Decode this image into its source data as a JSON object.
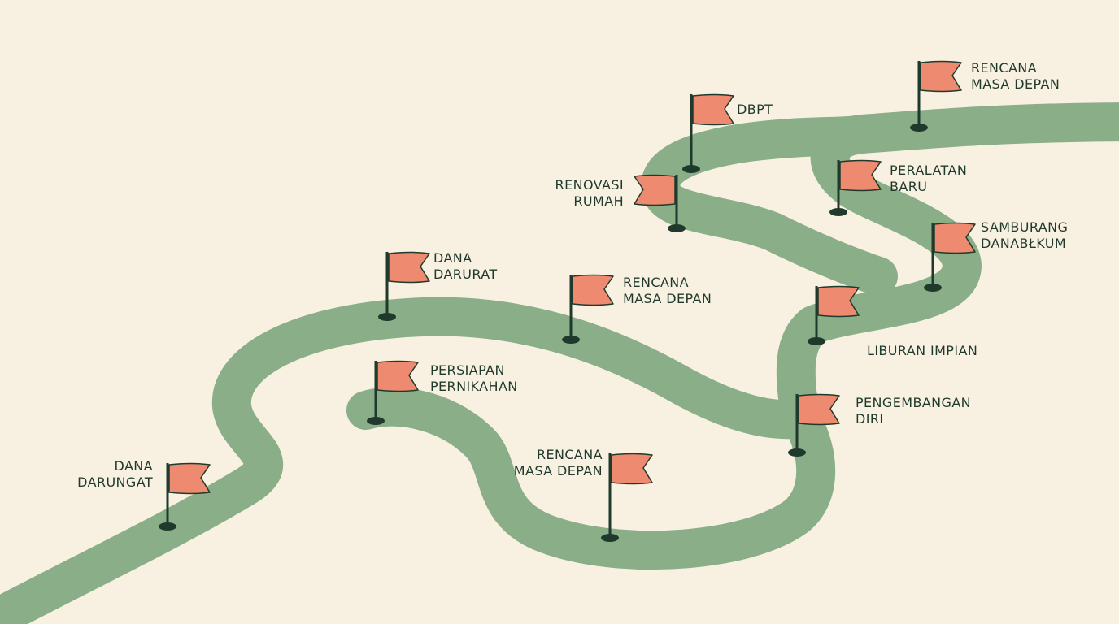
{
  "colors": {
    "background": "#f8f1e1",
    "road": "#8aae88",
    "flag": "#ee8a6f",
    "flag_outline": "#1f3a2c",
    "pole": "#1f3a2c",
    "text": "#1f3a2c"
  },
  "milestones": [
    {
      "lines": [
        "DANA",
        "DARUNGAT"
      ],
      "icon": "flag-icon"
    },
    {
      "lines": [
        "DANA",
        "DARURAT"
      ],
      "icon": "flag-icon"
    },
    {
      "lines": [
        "PERSIAPAN",
        "PERNIKAHAN"
      ],
      "icon": "flag-icon"
    },
    {
      "lines": [
        "RENCANA",
        "MASA DEPAN"
      ],
      "icon": "flag-icon"
    },
    {
      "lines": [
        "RENCANA",
        "MASA DEPAN"
      ],
      "icon": "flag-icon"
    },
    {
      "lines": [
        "RENOVASI",
        "RUMAH"
      ],
      "icon": "flag-icon"
    },
    {
      "lines": [
        "DBPT"
      ],
      "icon": "flag-icon"
    },
    {
      "lines": [
        "PENGEMBANGAN",
        "DIRI"
      ],
      "icon": "flag-icon"
    },
    {
      "lines": [
        "LIBURAN IMPIAN"
      ],
      "icon": "flag-icon"
    },
    {
      "lines": [
        "SAMBURANG",
        "DANABŁKUM"
      ],
      "icon": "flag-icon"
    },
    {
      "lines": [
        "PERALATAN",
        "BARU"
      ],
      "icon": "flag-icon"
    },
    {
      "lines": [
        "RENCANA",
        "MASA DEPAN"
      ],
      "icon": "flag-icon"
    }
  ]
}
